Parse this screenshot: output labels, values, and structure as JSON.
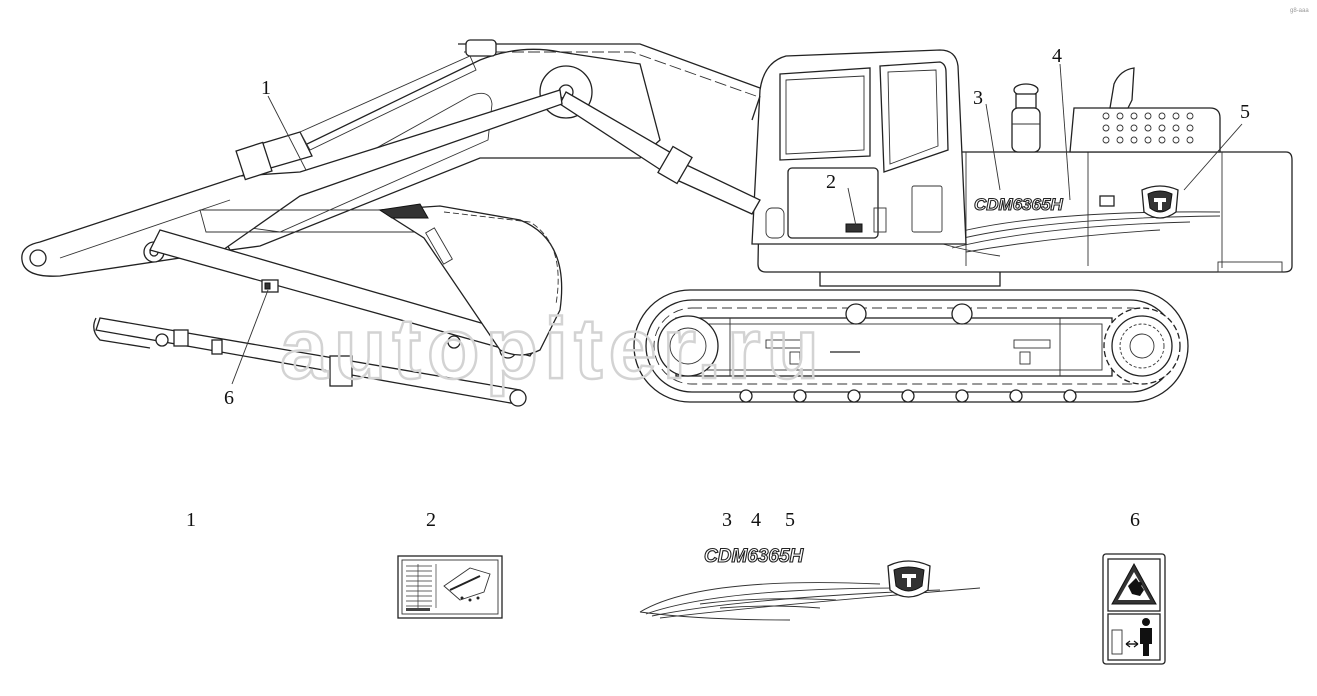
{
  "watermark": "autopiter.ru",
  "model_badge": "CDM6365H",
  "corner_mark": "g8-aaa",
  "diagram_callouts": [
    "1",
    "2",
    "3",
    "4",
    "5",
    "6"
  ],
  "legend_labels": {
    "item_1": "1",
    "item_2": "2",
    "item_3": "3",
    "item_4": "4",
    "item_5": "5",
    "item_6": "6"
  },
  "legend_decal_text": "CDM6365H",
  "colors": {
    "line": "#222222",
    "watermark": "#d3d3d3",
    "background": "#ffffff"
  }
}
